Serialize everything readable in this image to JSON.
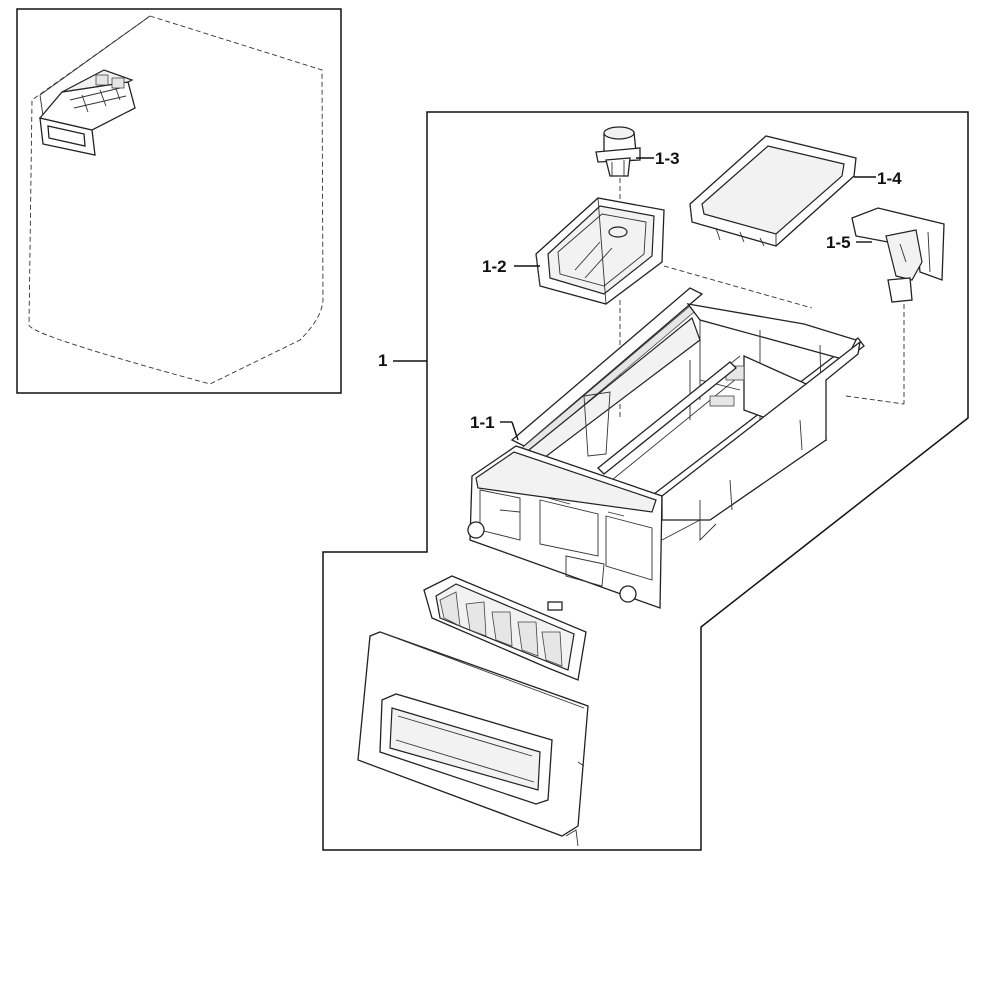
{
  "labels": {
    "assembly": "1",
    "case": "1-1",
    "cup": "1-2",
    "cap": "1-3",
    "tray": "1-4",
    "guide": "1-5"
  }
}
